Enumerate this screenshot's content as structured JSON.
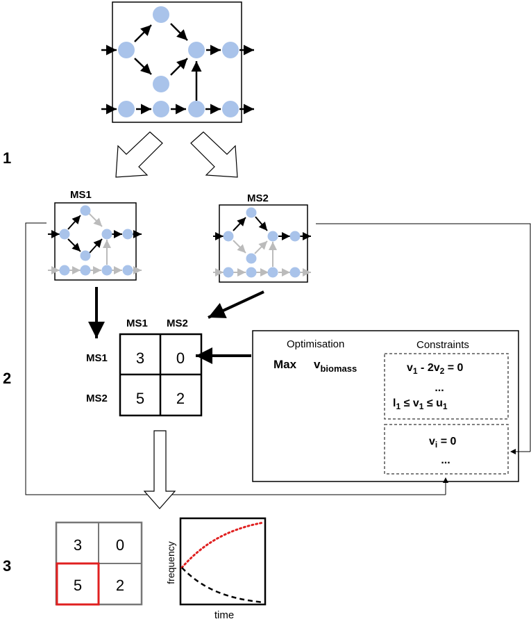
{
  "steps": {
    "one": "1",
    "two": "2",
    "three": "3"
  },
  "ms1": {
    "title": "MS1"
  },
  "ms2": {
    "title": "MS2"
  },
  "matrix": {
    "col_headers": [
      "MS1",
      "MS2"
    ],
    "row_headers": [
      "MS1",
      "MS2"
    ],
    "cells": [
      [
        "3",
        "0"
      ],
      [
        "5",
        "2"
      ]
    ]
  },
  "optimisation": {
    "heading": "Optimisation",
    "max_label": "Max",
    "objective": {
      "base": "v",
      "sub": "biomass"
    }
  },
  "constraints": {
    "heading": "Constraints",
    "eq1": {
      "a": "v",
      "a_sub": "1",
      "mid": " - 2v",
      "b_sub": "2",
      "rest": " = 0"
    },
    "ellipsis1": "...",
    "bound": {
      "l": "l",
      "l_sub": "1",
      "mid": " ≤ v",
      "v_sub": "1",
      "mid2": " ≤ u",
      "u_sub": "1"
    },
    "knockout": {
      "base": "v",
      "sub": "i",
      "rest": " = 0"
    },
    "ellipsis2": "..."
  },
  "result_grid": {
    "cells": [
      [
        "3",
        "0"
      ],
      [
        "5",
        "2"
      ]
    ],
    "highlighted_cell": "5",
    "highlight_color": "#e02020"
  },
  "plot": {
    "xlabel": "time",
    "ylabel": "frequency",
    "red_series_color": "#e02020",
    "black_series_color": "#000000"
  },
  "colors": {
    "node": "#a9c3ea",
    "inactive_edge": "#bbbbbb"
  }
}
